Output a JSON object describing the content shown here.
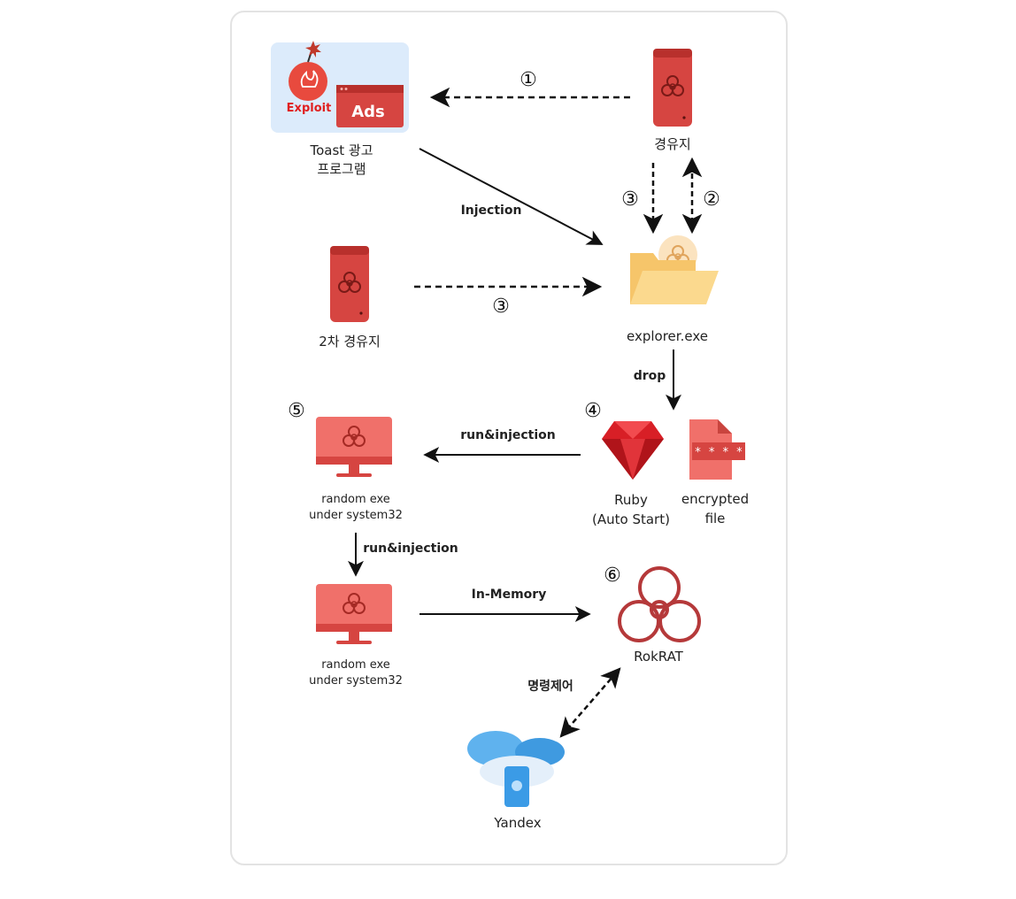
{
  "nodes": {
    "toast": {
      "line1": "Toast 광고",
      "line2": "프로그램",
      "exploit": "Exploit",
      "ads": "Ads"
    },
    "relay": {
      "label": "경유지"
    },
    "relay2": {
      "label": "2차 경유지"
    },
    "explorer": {
      "label": "explorer.exe"
    },
    "random1": {
      "line1": "random exe",
      "line2": "under system32"
    },
    "random2": {
      "line1": "random exe",
      "line2": "under system32"
    },
    "ruby": {
      "line1": "Ruby",
      "line2": "(Auto Start)"
    },
    "encrypted": {
      "line1": "encrypted",
      "line2": "file"
    },
    "rokrat": {
      "label": "RokRAT"
    },
    "yandex": {
      "label": "Yandex"
    }
  },
  "edges": {
    "injection": "Injection",
    "drop": "drop",
    "run_injection_1": "run&injection",
    "run_injection_2": "run&injection",
    "in_memory": "In-Memory",
    "command_control": "명령제어"
  },
  "steps": {
    "s1": "①",
    "s2": "②",
    "s3a": "③",
    "s3b": "③",
    "s4": "④",
    "s5": "⑤",
    "s6": "⑥"
  },
  "colors": {
    "red": "#d64541",
    "red_light": "#f0706a",
    "red_dark": "#b8302c",
    "folder": "#fbd27e",
    "toast_bg": "#dcebfb",
    "cloud": "#4aa3e6",
    "rokrat": "#b5393a"
  }
}
